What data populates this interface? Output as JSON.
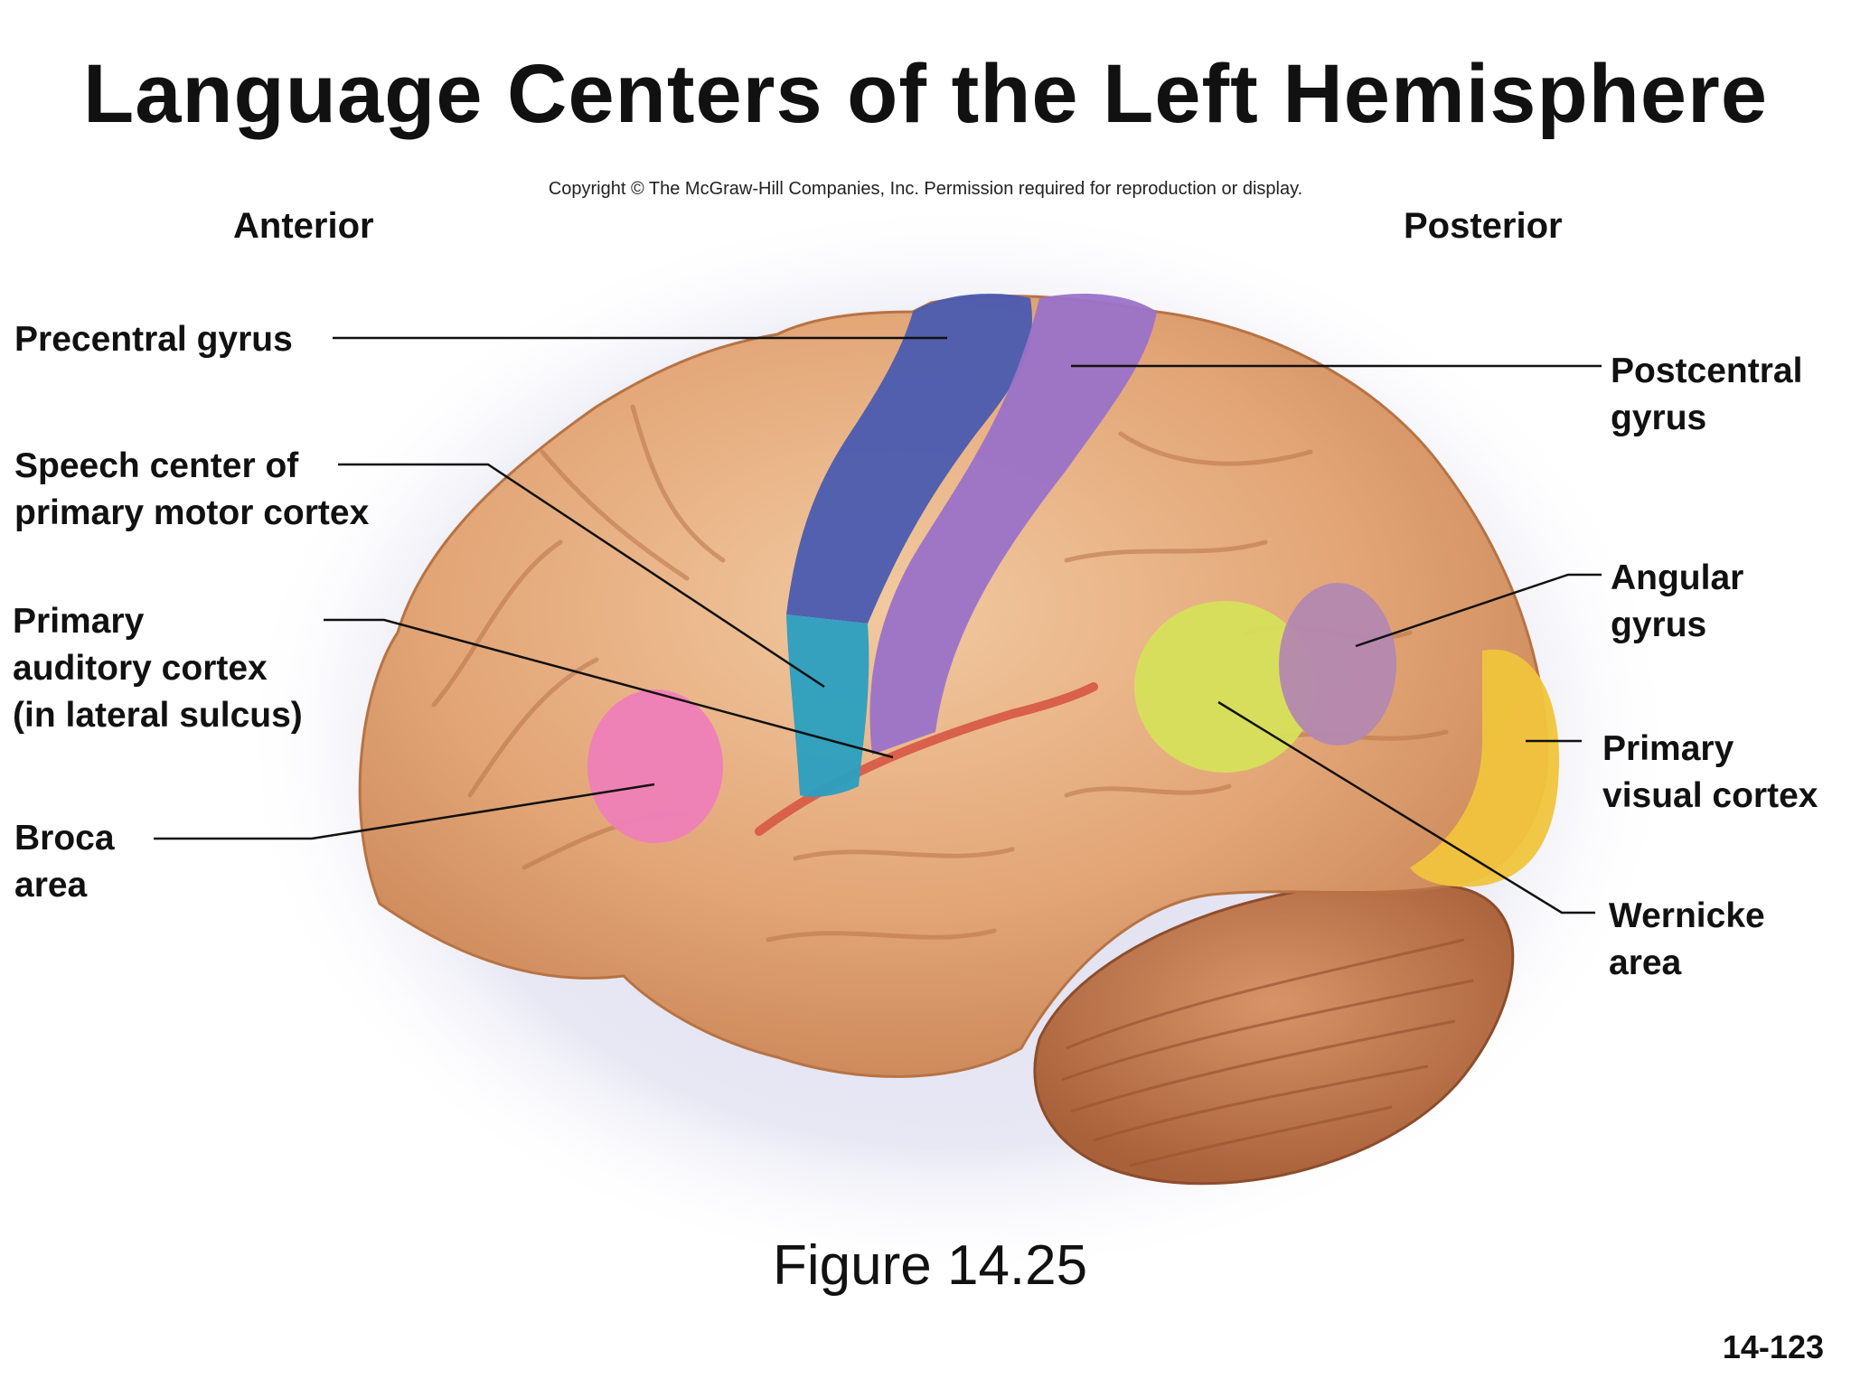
{
  "title": "Language Centers of the Left Hemisphere",
  "copyright": "Copyright © The McGraw-Hill Companies, Inc. Permission required for reproduction or display.",
  "orientation": {
    "anterior": "Anterior",
    "posterior": "Posterior"
  },
  "labels": {
    "precentral_gyrus": "Precentral gyrus",
    "speech_center": [
      "Speech center of",
      "primary motor cortex"
    ],
    "primary_auditory_cortex": [
      "Primary",
      "auditory cortex",
      "(in lateral sulcus)"
    ],
    "broca_area": [
      "Broca",
      "area"
    ],
    "postcentral_gyrus": [
      "Postcentral",
      "gyrus"
    ],
    "angular_gyrus": [
      "Angular",
      "gyrus"
    ],
    "primary_visual_cortex": [
      "Primary",
      "visual cortex"
    ],
    "wernicke_area": [
      "Wernicke",
      "area"
    ]
  },
  "figure_caption": "Figure 14.25",
  "page_number": "14-123",
  "colors": {
    "brain": "#e2a576",
    "precentral": "#4a5bb0",
    "postcentral": "#9a72c8",
    "speech": "#2a9fc0",
    "broca": "#ee80b8",
    "wernicke": "#d6e05a",
    "angular": "#b388b0",
    "visual": "#f0c43c",
    "cerebellum": "#c77a4e",
    "sulcus": "#d9604a"
  }
}
